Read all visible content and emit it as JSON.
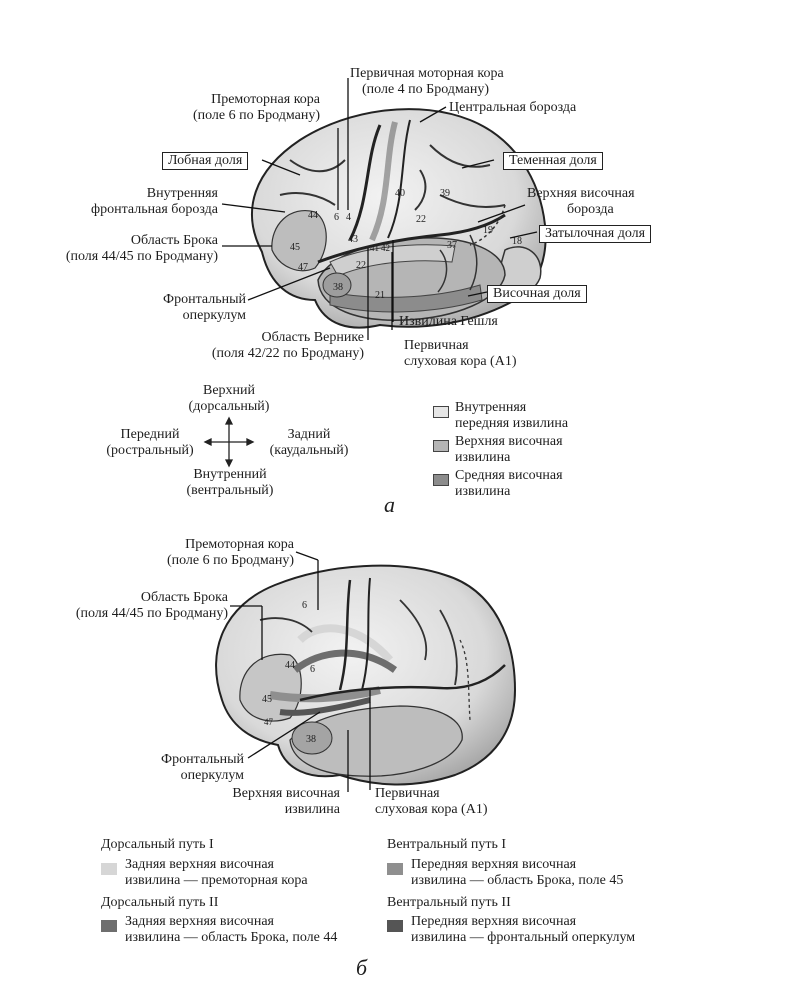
{
  "panel_a": {
    "label": "а",
    "labels": {
      "premotor": [
        "Премоторная кора",
        "(поле 6 по Бродману)"
      ],
      "primary_motor": [
        "Первичная моторная кора",
        "(поле 4 по Бродману)"
      ],
      "central_sulcus": "Центральная борозда",
      "frontal_lobe": "Лобная доля",
      "parietal_lobe": "Теменная доля",
      "inner_frontal_sulcus": [
        "Внутренняя",
        "фронтальная борозда"
      ],
      "superior_temporal_sulcus": [
        "Верхняя височная",
        "борозда"
      ],
      "broca": [
        "Область Брока",
        "(поля 44/45 по Бродману)"
      ],
      "occipital_lobe": "Затылочная доля",
      "temporal_lobe": "Височная доля",
      "frontal_operculum": [
        "Фронтальный",
        "оперкулум"
      ],
      "heschl": "Извилина Гешля",
      "wernicke": [
        "Область Вернике",
        "(поля 42/22 по Бродману)"
      ],
      "primary_auditory": [
        "Первичная",
        "слуховая кора (A1)"
      ]
    },
    "areas": [
      "44",
      "45",
      "47",
      "6",
      "4",
      "43",
      "41",
      "42",
      "22",
      "22",
      "21",
      "38",
      "40",
      "39",
      "37",
      "19",
      "18"
    ],
    "orientation": {
      "up": [
        "Верхний",
        "(дорсальный)"
      ],
      "left": [
        "Передний",
        "(ростральный)"
      ],
      "right": [
        "Задний",
        "(каудальный)"
      ],
      "down": [
        "Внутренний",
        "(вентральный)"
      ]
    },
    "legend": [
      {
        "text": [
          "Внутренняя",
          "передняя извилина"
        ],
        "color": "#e6e6e6"
      },
      {
        "text": [
          "Верхняя височная",
          "извилина"
        ],
        "color": "#b5b5b5"
      },
      {
        "text": [
          "Средняя височная",
          "извилина"
        ],
        "color": "#8c8c8c"
      }
    ]
  },
  "panel_b": {
    "label": "б",
    "labels": {
      "premotor": [
        "Премоторная кора",
        "(поле 6 по Бродману)"
      ],
      "broca": [
        "Область Брока",
        "(поля 44/45 по Бродману)"
      ],
      "frontal_operculum": [
        "Фронтальный",
        "оперкулум"
      ],
      "superior_temporal": [
        "Верхняя височная",
        "извилина"
      ],
      "primary_auditory": [
        "Первичная",
        "слуховая кора (A1)"
      ]
    },
    "areas": [
      "6",
      "44",
      "6",
      "45",
      "47",
      "38"
    ],
    "legend": [
      {
        "title": "Дорсальный путь I",
        "text": [
          "Задняя верхняя височная",
          "извилина — премоторная кора"
        ],
        "color": "#d6d6d6"
      },
      {
        "title": "Вентральный путь I",
        "text": [
          "Передняя верхняя височная",
          "извилина — область Брока, поле 45"
        ],
        "color": "#8f8f8f"
      },
      {
        "title": "Дорсальный путь II",
        "text": [
          "Задняя верхняя височная",
          "извилина — область Брока, поле 44"
        ],
        "color": "#6e6e6e"
      },
      {
        "title": "Вентральный путь II",
        "text": [
          "Передняя верхняя височная",
          "извилина — фронтальный оперкулум"
        ],
        "color": "#555555"
      }
    ]
  }
}
